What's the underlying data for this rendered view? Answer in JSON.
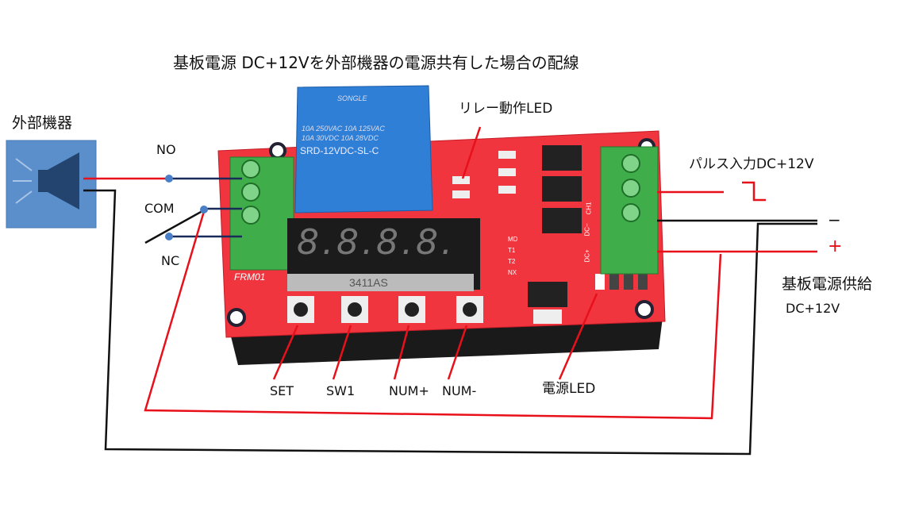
{
  "title": "基板電源 DC+12Vを外部機器の電源共有した場合の配線",
  "external_device": {
    "label": "外部機器",
    "icon": "speaker-icon"
  },
  "relay_contacts": {
    "no": "NO",
    "com": "COM",
    "nc": "NC"
  },
  "relay_led_label": "リレー動作LED",
  "pulse_input_label": "パルス入力DC+12V",
  "power": {
    "minus": "−",
    "plus": "+",
    "label": "基板電源供給",
    "voltage": "DC+12V"
  },
  "buttons": {
    "set": "SET",
    "sw1": "SW1",
    "num_plus": "NUM+",
    "num_minus": "NUM-"
  },
  "power_led_label": "電源LED",
  "board": {
    "relay_brand": "SONGLE",
    "relay_rating1": "10A 250VAC  10A 125VAC",
    "relay_rating2": "10A 30VDC  10A 28VDC",
    "relay_model": "SRD-12VDC-SL-C",
    "board_name": "FRM01",
    "display_model": "3411AS",
    "display_digits": "8.8.8.8.",
    "mode_leds": [
      "MD",
      "T1",
      "T2",
      "NX"
    ],
    "terminal_marks": [
      "DC+",
      "DC−",
      "CH1"
    ]
  },
  "colors": {
    "wire_red": "#e8101a",
    "wire_black": "#111111",
    "wire_blue": "#1a2a5a",
    "board": "#f0353f",
    "terminal": "#3fae4a",
    "relay": "#2f7fd6",
    "device_box": "#5b8fcb"
  }
}
